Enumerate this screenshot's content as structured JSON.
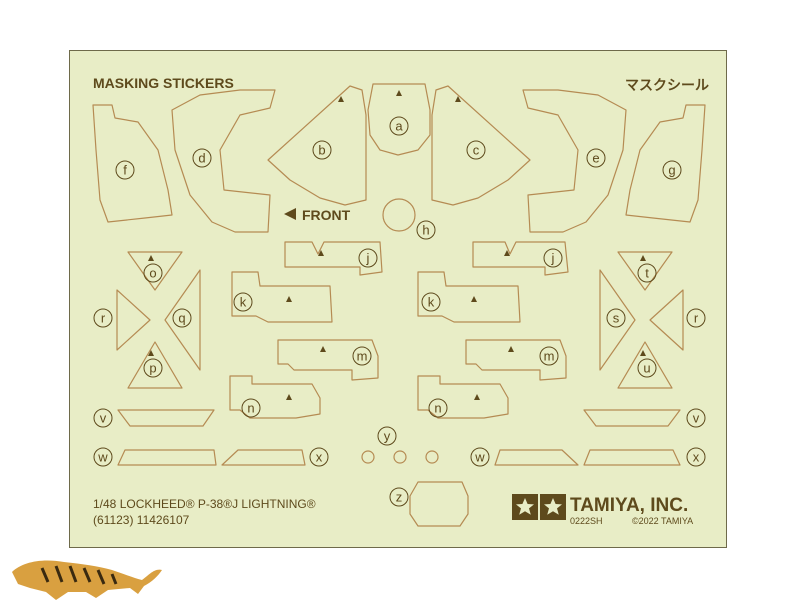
{
  "sheet": {
    "title": "MASKING STICKERS",
    "title_jp": "マスクシール",
    "front_label": "FRONT",
    "product_name": "1/48 LOCKHEED® P-38®J LIGHTNING®",
    "product_code": "(61123) 11426107",
    "brand_name": "TAMIYA, INC.",
    "sheet_code": "0222SH",
    "copyright": "©2022 TAMIYA",
    "logo_brand": "tamiya-star-logo",
    "mascot": "tiger-mascot"
  },
  "parts": [
    {
      "id": "a"
    },
    {
      "id": "b"
    },
    {
      "id": "c"
    },
    {
      "id": "d"
    },
    {
      "id": "e"
    },
    {
      "id": "f"
    },
    {
      "id": "g"
    },
    {
      "id": "h"
    },
    {
      "id": "j"
    },
    {
      "id": "k"
    },
    {
      "id": "m"
    },
    {
      "id": "n"
    },
    {
      "id": "o"
    },
    {
      "id": "p"
    },
    {
      "id": "q"
    },
    {
      "id": "r"
    },
    {
      "id": "s"
    },
    {
      "id": "t"
    },
    {
      "id": "u"
    },
    {
      "id": "v"
    },
    {
      "id": "w"
    },
    {
      "id": "x"
    },
    {
      "id": "y"
    },
    {
      "id": "z"
    }
  ],
  "colors": {
    "sheet_background": "#e8edc6",
    "outline": "#b58b53",
    "ink": "#5e4a1c",
    "tiger": "#d9a040"
  }
}
